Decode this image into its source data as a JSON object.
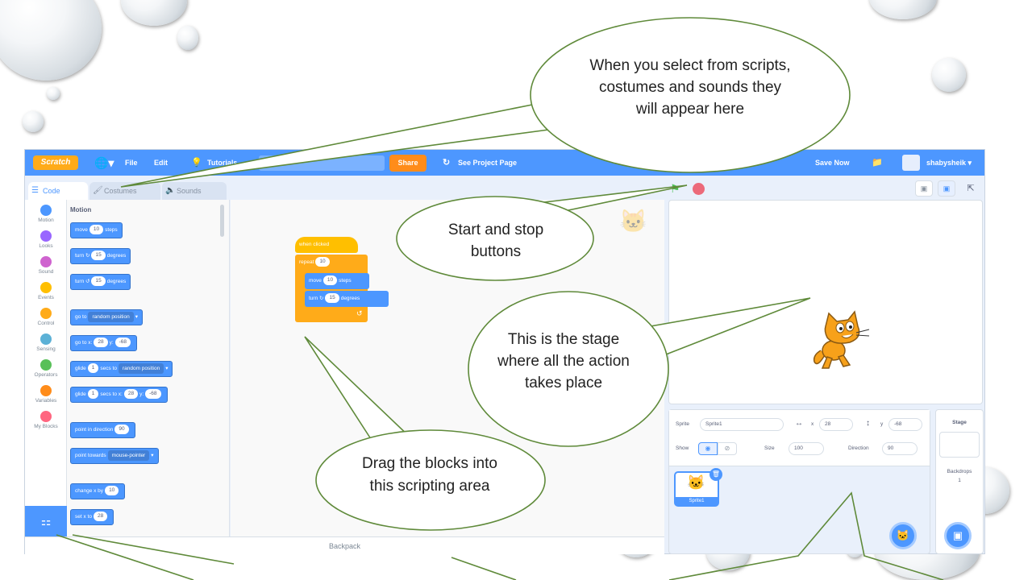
{
  "menubar": {
    "logo": "Scratch",
    "file": "File",
    "edit": "Edit",
    "tutorials": "Tutorials",
    "share": "Share",
    "see_project": "See Project Page",
    "save_now": "Save Now",
    "username": "shabysheik"
  },
  "tabs": {
    "code": "Code",
    "costumes": "Costumes",
    "sounds": "Sounds"
  },
  "categories": [
    "Motion",
    "Looks",
    "Sound",
    "Events",
    "Control",
    "Sensing",
    "Operators",
    "Variables",
    "My Blocks"
  ],
  "palette": {
    "title": "Motion",
    "move": {
      "pre": "move",
      "val": "10",
      "post": "steps"
    },
    "turn_right": {
      "pre": "turn",
      "val": "15",
      "post": "degrees"
    },
    "turn_left": {
      "pre": "turn",
      "val": "15",
      "post": "degrees"
    },
    "goto": {
      "pre": "go to",
      "dd": "random position"
    },
    "goto_xy": {
      "pre": "go to x:",
      "x": "28",
      "ylbl": "y:",
      "y": "-68"
    },
    "glide": {
      "pre": "glide",
      "val": "1",
      "mid": "secs to",
      "dd": "random position"
    },
    "glide_xy": {
      "pre": "glide",
      "val": "1",
      "mid": "secs to x:",
      "x": "28",
      "ylbl": "y:",
      "y": "-68"
    },
    "point_dir": {
      "pre": "point in direction",
      "val": "90"
    },
    "point_towards": {
      "pre": "point towards",
      "dd": "mouse-pointer"
    },
    "change_x": {
      "pre": "change x by",
      "val": "10"
    },
    "set_x": {
      "pre": "set x to",
      "val": "28"
    }
  },
  "script": {
    "hat": "when clicked",
    "repeat": {
      "label": "repeat",
      "val": "10"
    },
    "move": {
      "pre": "move",
      "val": "10",
      "post": "steps"
    },
    "turn": {
      "pre": "turn",
      "val": "15",
      "post": "degrees"
    }
  },
  "backpack": "Backpack",
  "sprite_info": {
    "sprite_label": "Sprite",
    "sprite_name": "Sprite1",
    "x_label": "x",
    "x": "28",
    "y_label": "y",
    "y": "-68",
    "show_label": "Show",
    "size_label": "Size",
    "size": "100",
    "direction_label": "Direction",
    "direction": "90"
  },
  "sprite_thumb": "Sprite1",
  "stage_col": {
    "title": "Stage",
    "backdrops_label": "Backdrops",
    "backdrops_count": "1"
  },
  "callouts": {
    "select": "When you select from scripts, costumes and sounds they will appear here",
    "startstop": "Start and stop buttons",
    "stage": "This is the stage where all the action takes place",
    "drag": "Drag the blocks into this scripting area"
  },
  "colors": {
    "scratch_blue": "#4d97ff",
    "motion_block": "#4c97ff",
    "events_block": "#ffbf00",
    "control_block": "#ffab19",
    "share_orange": "#ff8c1a",
    "callout_border": "#5f8a3a"
  }
}
